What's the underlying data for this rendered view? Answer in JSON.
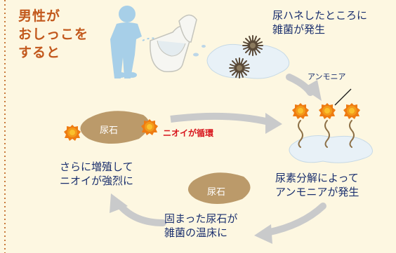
{
  "title": {
    "line1": "男性が",
    "line2": "おしっこを",
    "line3": "すると"
  },
  "labels": {
    "bacteria": [
      "尿ハネしたところに",
      "雑菌が発生"
    ],
    "ammonia_small": "アンモニア",
    "decompose": [
      "尿素分解によって",
      "アンモニアが発生"
    ],
    "warm_bed": [
      "固まった尿石が",
      "雑菌の温床に"
    ],
    "multiply": [
      "さらに増殖して",
      "ニオイが強烈に"
    ],
    "cycle": "ニオイが循環",
    "stone_top": "尿石",
    "stone_bottom": "尿石"
  },
  "colors": {
    "background": "#fdf7e1",
    "title": "#c2581c",
    "text": "#1a2f6e",
    "cycle_text": "#d8151c",
    "arrow": "#c9cacb",
    "stone": "#bb9a6a",
    "germ": "#ee7b12",
    "bacteria_dark": "#5a4a38"
  },
  "icons": [
    "boy-silhouette-icon",
    "urinal-icon",
    "urine-splash-icon",
    "germ-icon",
    "ammonia-vapor-icon",
    "urinary-stone-icon",
    "cycle-arrow-icon"
  ]
}
